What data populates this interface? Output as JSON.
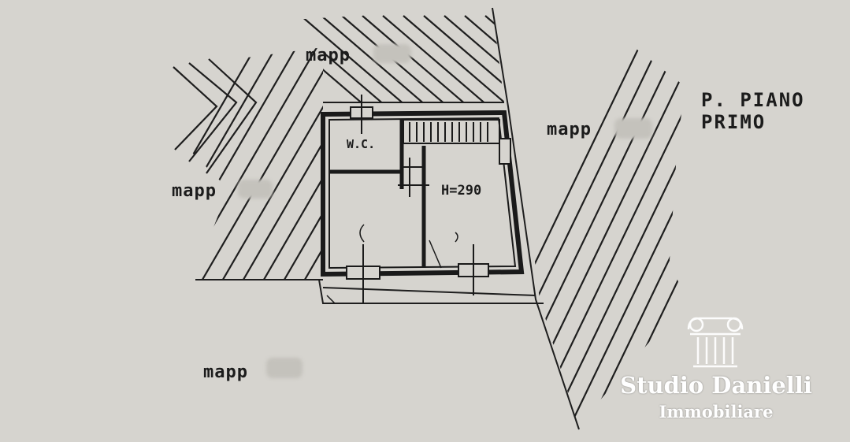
{
  "labels": {
    "floor_line1": "P. PIANO",
    "floor_line2": "PRIMO",
    "parcel_top": "mapp",
    "parcel_left": "mapp",
    "parcel_right": "mapp",
    "parcel_bottom": "mapp",
    "wc": "W.C.",
    "height": "H=290"
  },
  "watermark": {
    "name": "Studio Danielli",
    "subtitle": "Immobiliare",
    "logo_icon": "ionic-capital-icon",
    "color": "#ffffff"
  },
  "colors": {
    "paper": "#d6d4cf",
    "ink": "#1c1c1c"
  }
}
